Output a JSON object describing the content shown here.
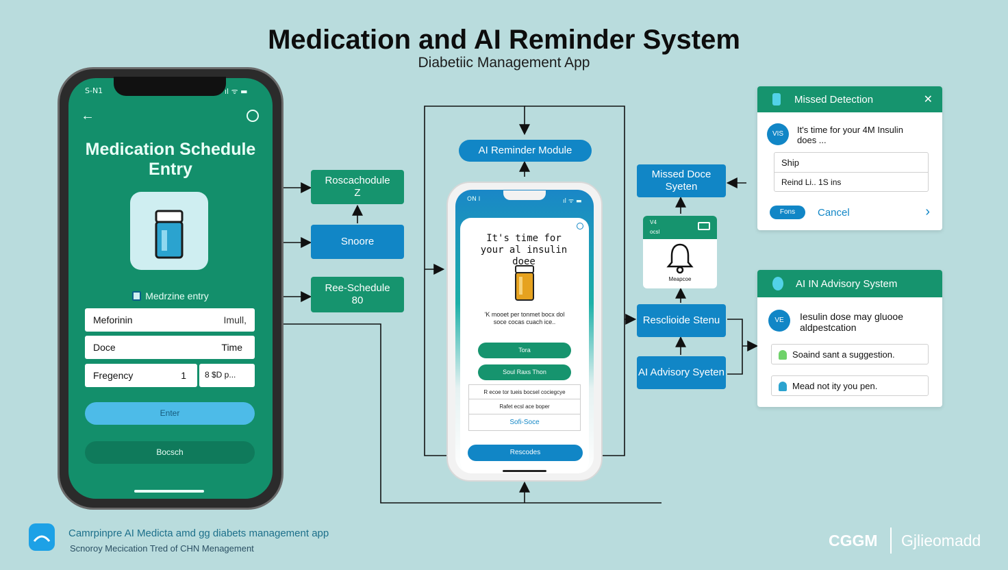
{
  "header": {
    "title": "Medication and AI Reminder System",
    "subtitle": "Diabetiic Management App"
  },
  "left_phone": {
    "status_left": "S-N1",
    "screen_title": "Medication Schedule Entry",
    "entry_label": "Medrzine entry",
    "field1_label": "Meforinin",
    "field1_value": "Imull,",
    "field2_label": "Doce",
    "field2_value": "Time",
    "field3_label": "Fregency",
    "field3_value": "1",
    "field3_extra": "8 $D p...",
    "enter_button": "Enter",
    "second_button": "Bocsch"
  },
  "modules": {
    "reschedule_top": "Roscachodule",
    "reschedule_top_sub": "Z",
    "snooze": "Snoore",
    "reschedule_bottom": "Ree-Schedule",
    "reschedule_bottom_sub": "80",
    "ai_reminder": "AI Reminder Module",
    "missed_dose_system": "Missed Doce Syeten",
    "reschedule_status": "Resclioide Stenu",
    "ai_advisory": "AI Advisory Syeten"
  },
  "bell_card": {
    "line1": "V4",
    "line2": "ocsl",
    "caption": "Meapcoe"
  },
  "center_phone": {
    "status_left": "ON I",
    "message": "It's time for your al insulin doee",
    "small_text": "'K mooet per tonmet bocx dol soce cocas cuach ice..",
    "btn1": "Tora",
    "btn2": "Soul Raxs Thon",
    "row1": "R ecoe tor tueis bocsel cociegcye",
    "row2": "Rafet ecsl ace boper",
    "row3": "Sofi-Soce",
    "bottom_button": "Rescodes"
  },
  "missed_panel": {
    "title": "Missed Detection",
    "avatar": "VIS",
    "message": "It's time for your 4M Insulin does ...",
    "input1": "Ship",
    "input2": "Reind Li.. 1S ins",
    "pill": "Fons",
    "cancel": "Cancel"
  },
  "advisory_panel": {
    "title": "AI IN Advisory System",
    "avatar": "VE",
    "message": "Iesulin dose may gluooe aldpestcation",
    "item1": "Soaind sant a suggestion.",
    "item2": "Mead not ity you pen."
  },
  "footer": {
    "line1": "Camrpinpre AI Medicta amd gg diabets management app",
    "line2": "Scnoroy Mecication Tred of CHN Menagement",
    "brand": "CGGM",
    "brand2": "Gjlieomadd"
  }
}
